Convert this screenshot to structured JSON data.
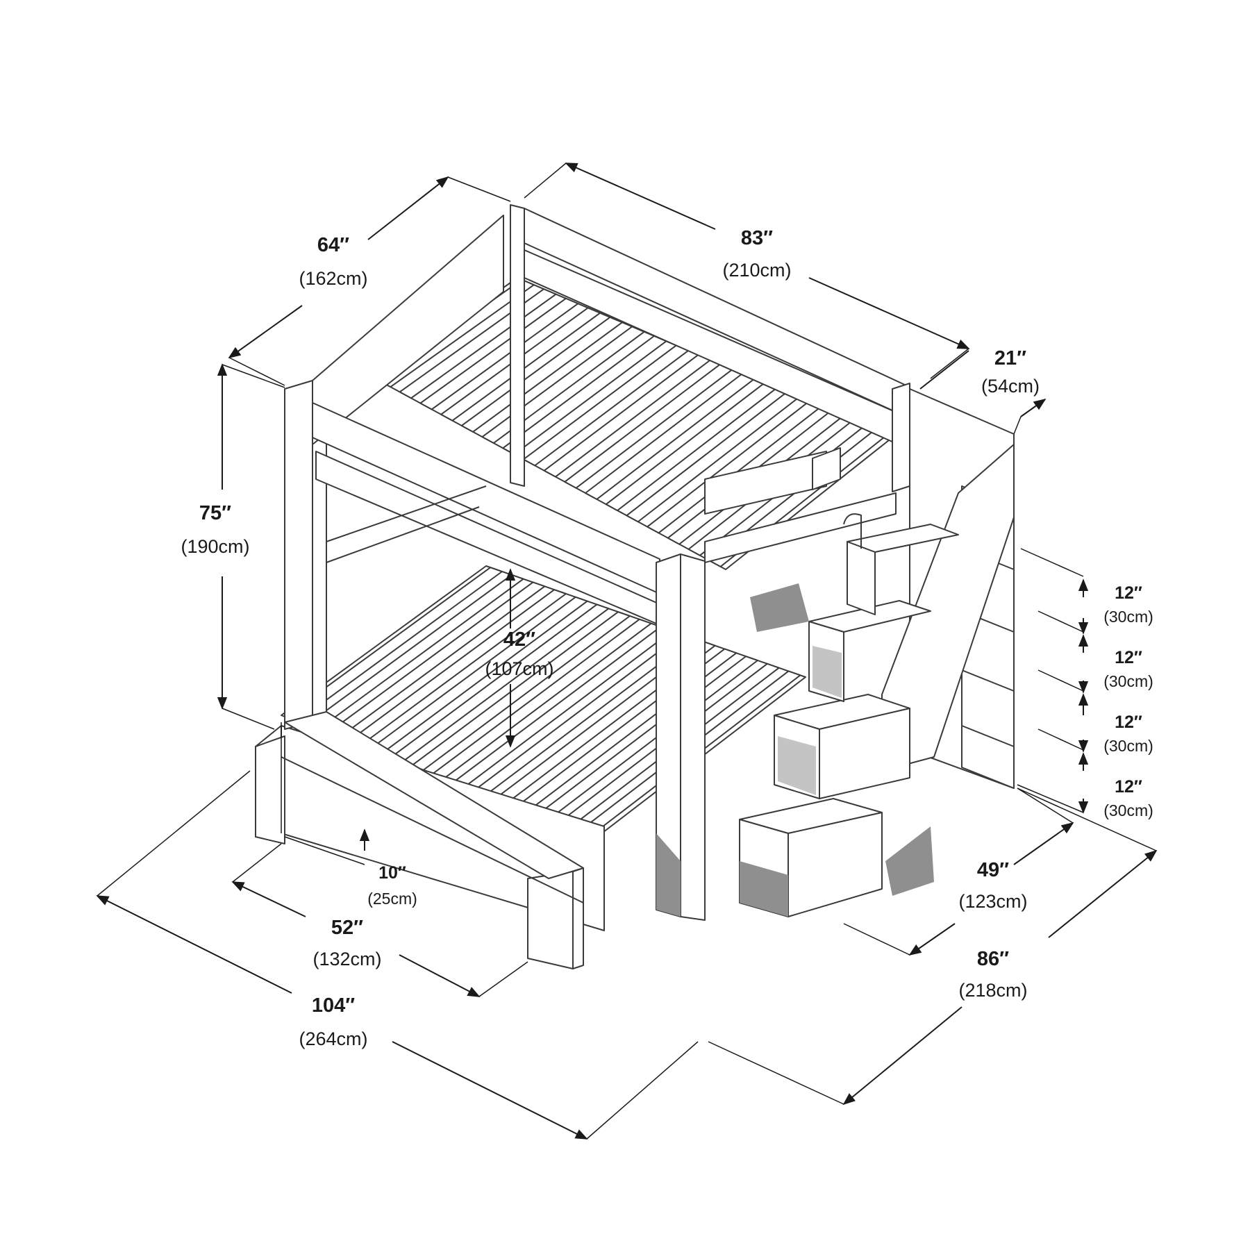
{
  "dimensions": {
    "top_depth": {
      "inches": "64″",
      "cm": "(162cm)"
    },
    "top_length": {
      "inches": "83″",
      "cm": "(210cm)"
    },
    "stair_depth": {
      "inches": "21″",
      "cm": "(54cm)"
    },
    "total_height": {
      "inches": "75″",
      "cm": "(190cm)"
    },
    "bunk_clearance": {
      "inches": "42″",
      "cm": "(107cm)"
    },
    "step_1": {
      "inches": "12″",
      "cm": "(30cm)"
    },
    "step_2": {
      "inches": "12″",
      "cm": "(30cm)"
    },
    "step_3": {
      "inches": "12″",
      "cm": "(30cm)"
    },
    "step_4": {
      "inches": "12″",
      "cm": "(30cm)"
    },
    "lower_rail": {
      "inches": "10″",
      "cm": "(25cm)"
    },
    "lower_width": {
      "inches": "52″",
      "cm": "(132cm)"
    },
    "stair_width": {
      "inches": "49″",
      "cm": "(123cm)"
    },
    "total_length": {
      "inches": "104″",
      "cm": "(264cm)"
    },
    "total_depth": {
      "inches": "86″",
      "cm": "(218cm)"
    }
  },
  "colors": {
    "line": "#3a3a3a",
    "shadow": "#8f8f8f",
    "text": "#1a1a1a"
  }
}
